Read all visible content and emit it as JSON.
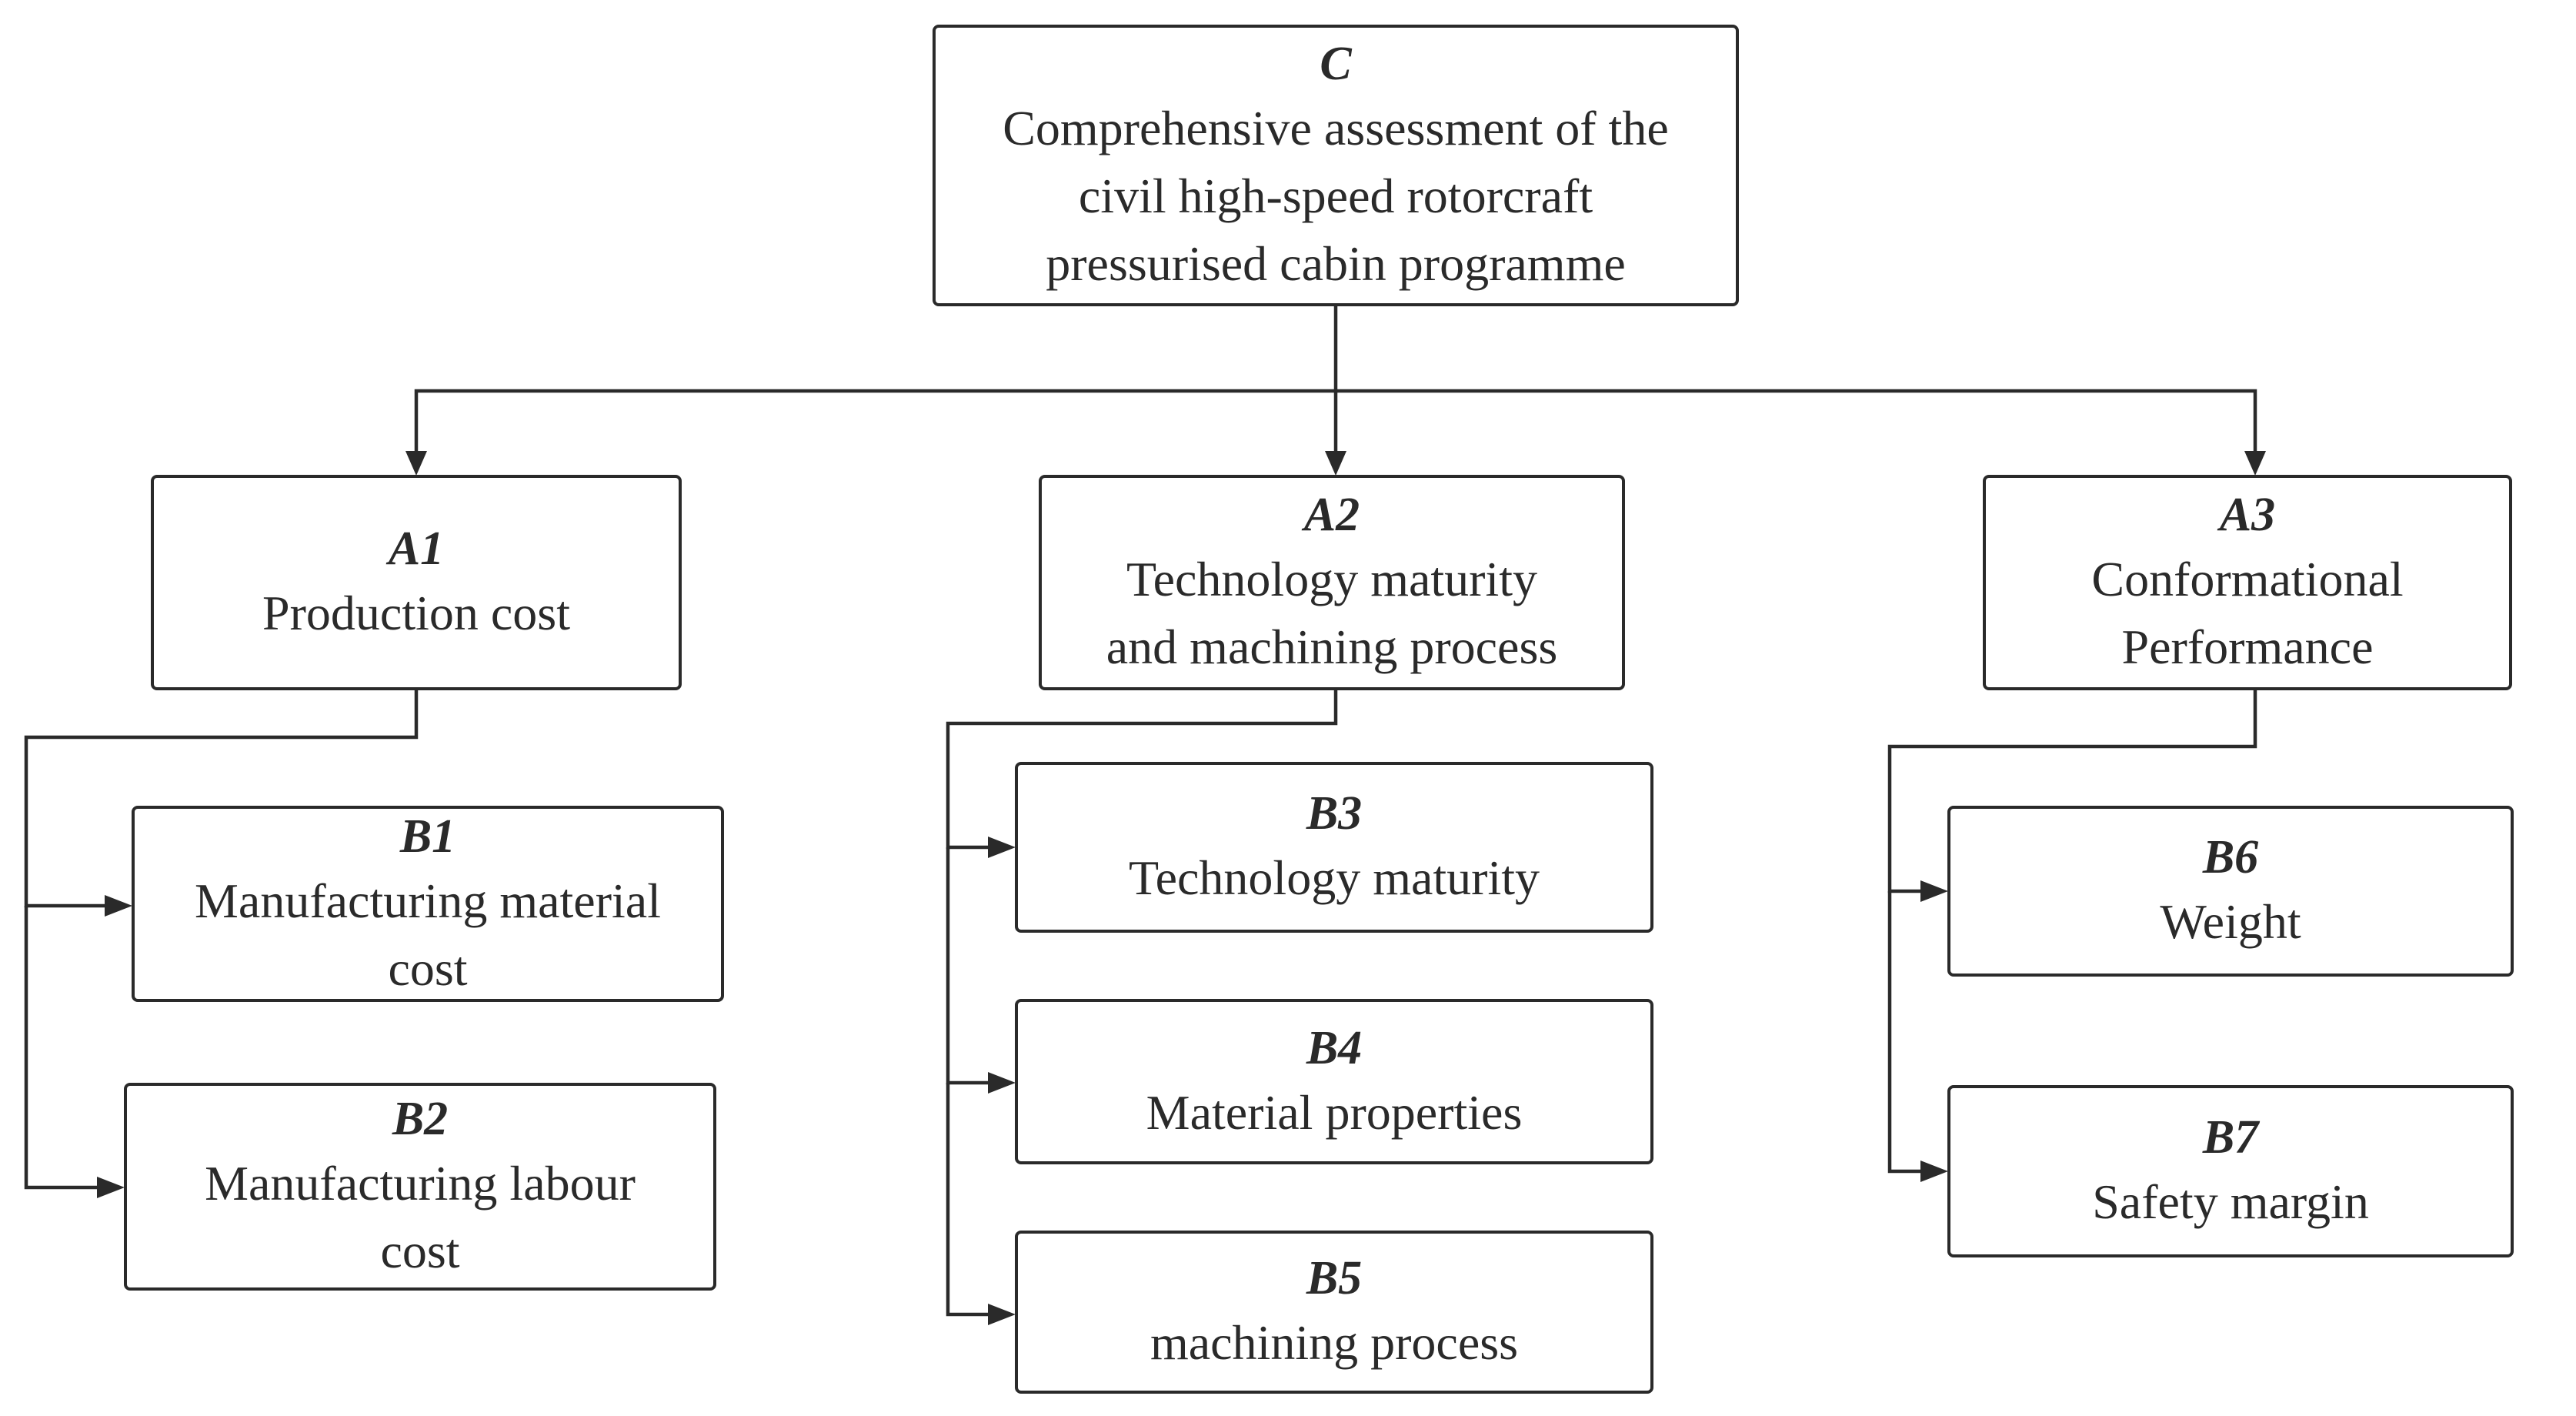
{
  "nodes": {
    "C": {
      "code": "C",
      "label": "Comprehensive assessment of the\ncivil high-speed rotorcraft\npressurised cabin programme"
    },
    "A1": {
      "code": "A1",
      "label": "Production cost"
    },
    "A2": {
      "code": "A2",
      "label": "Technology maturity\nand machining process"
    },
    "A3": {
      "code": "A3",
      "label": "Conformational\nPerformance"
    },
    "B1": {
      "code": "B1",
      "label": "Manufacturing material\ncost"
    },
    "B2": {
      "code": "B2",
      "label": "Manufacturing labour\ncost"
    },
    "B3": {
      "code": "B3",
      "label": "Technology maturity"
    },
    "B4": {
      "code": "B4",
      "label": "Material properties"
    },
    "B5": {
      "code": "B5",
      "label": "machining process"
    },
    "B6": {
      "code": "B6",
      "label": "Weight"
    },
    "B7": {
      "code": "B7",
      "label": "Safety margin"
    }
  },
  "edges": [
    [
      "C",
      "A1"
    ],
    [
      "C",
      "A2"
    ],
    [
      "C",
      "A3"
    ],
    [
      "A1",
      "B1"
    ],
    [
      "A1",
      "B2"
    ],
    [
      "A2",
      "B3"
    ],
    [
      "A2",
      "B4"
    ],
    [
      "A2",
      "B5"
    ],
    [
      "A3",
      "B6"
    ],
    [
      "A3",
      "B7"
    ]
  ]
}
